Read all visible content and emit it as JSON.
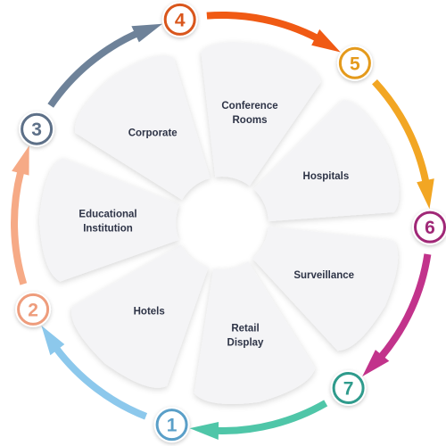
{
  "colors": {
    "label": "#2e3447",
    "panel": "#f4f4f6"
  },
  "steps": [
    {
      "number": "1",
      "label_lines": [
        "Hotels"
      ],
      "color": "#5a9fc8",
      "arrow_color": "#8cc8ec"
    },
    {
      "number": "2",
      "label_lines": [
        "Educational",
        "Institution"
      ],
      "color": "#ee9c7c",
      "arrow_color": "#f6aa86"
    },
    {
      "number": "3",
      "label_lines": [
        "Corporate"
      ],
      "color": "#5d7088",
      "arrow_color": "#6e8299"
    },
    {
      "number": "4",
      "label_lines": [
        "Conference",
        "Rooms"
      ],
      "color": "#d9561c",
      "arrow_color": "#f05a14"
    },
    {
      "number": "5",
      "label_lines": [
        "Hospitals"
      ],
      "color": "#e49a1c",
      "arrow_color": "#f2a623"
    },
    {
      "number": "6",
      "label_lines": [
        "Surveillance"
      ],
      "color": "#a02877",
      "arrow_color": "#c2338b"
    },
    {
      "number": "7",
      "label_lines": [
        "Retail",
        "Display"
      ],
      "color": "#2f9b8c",
      "arrow_color": "#4fc6a8"
    }
  ]
}
